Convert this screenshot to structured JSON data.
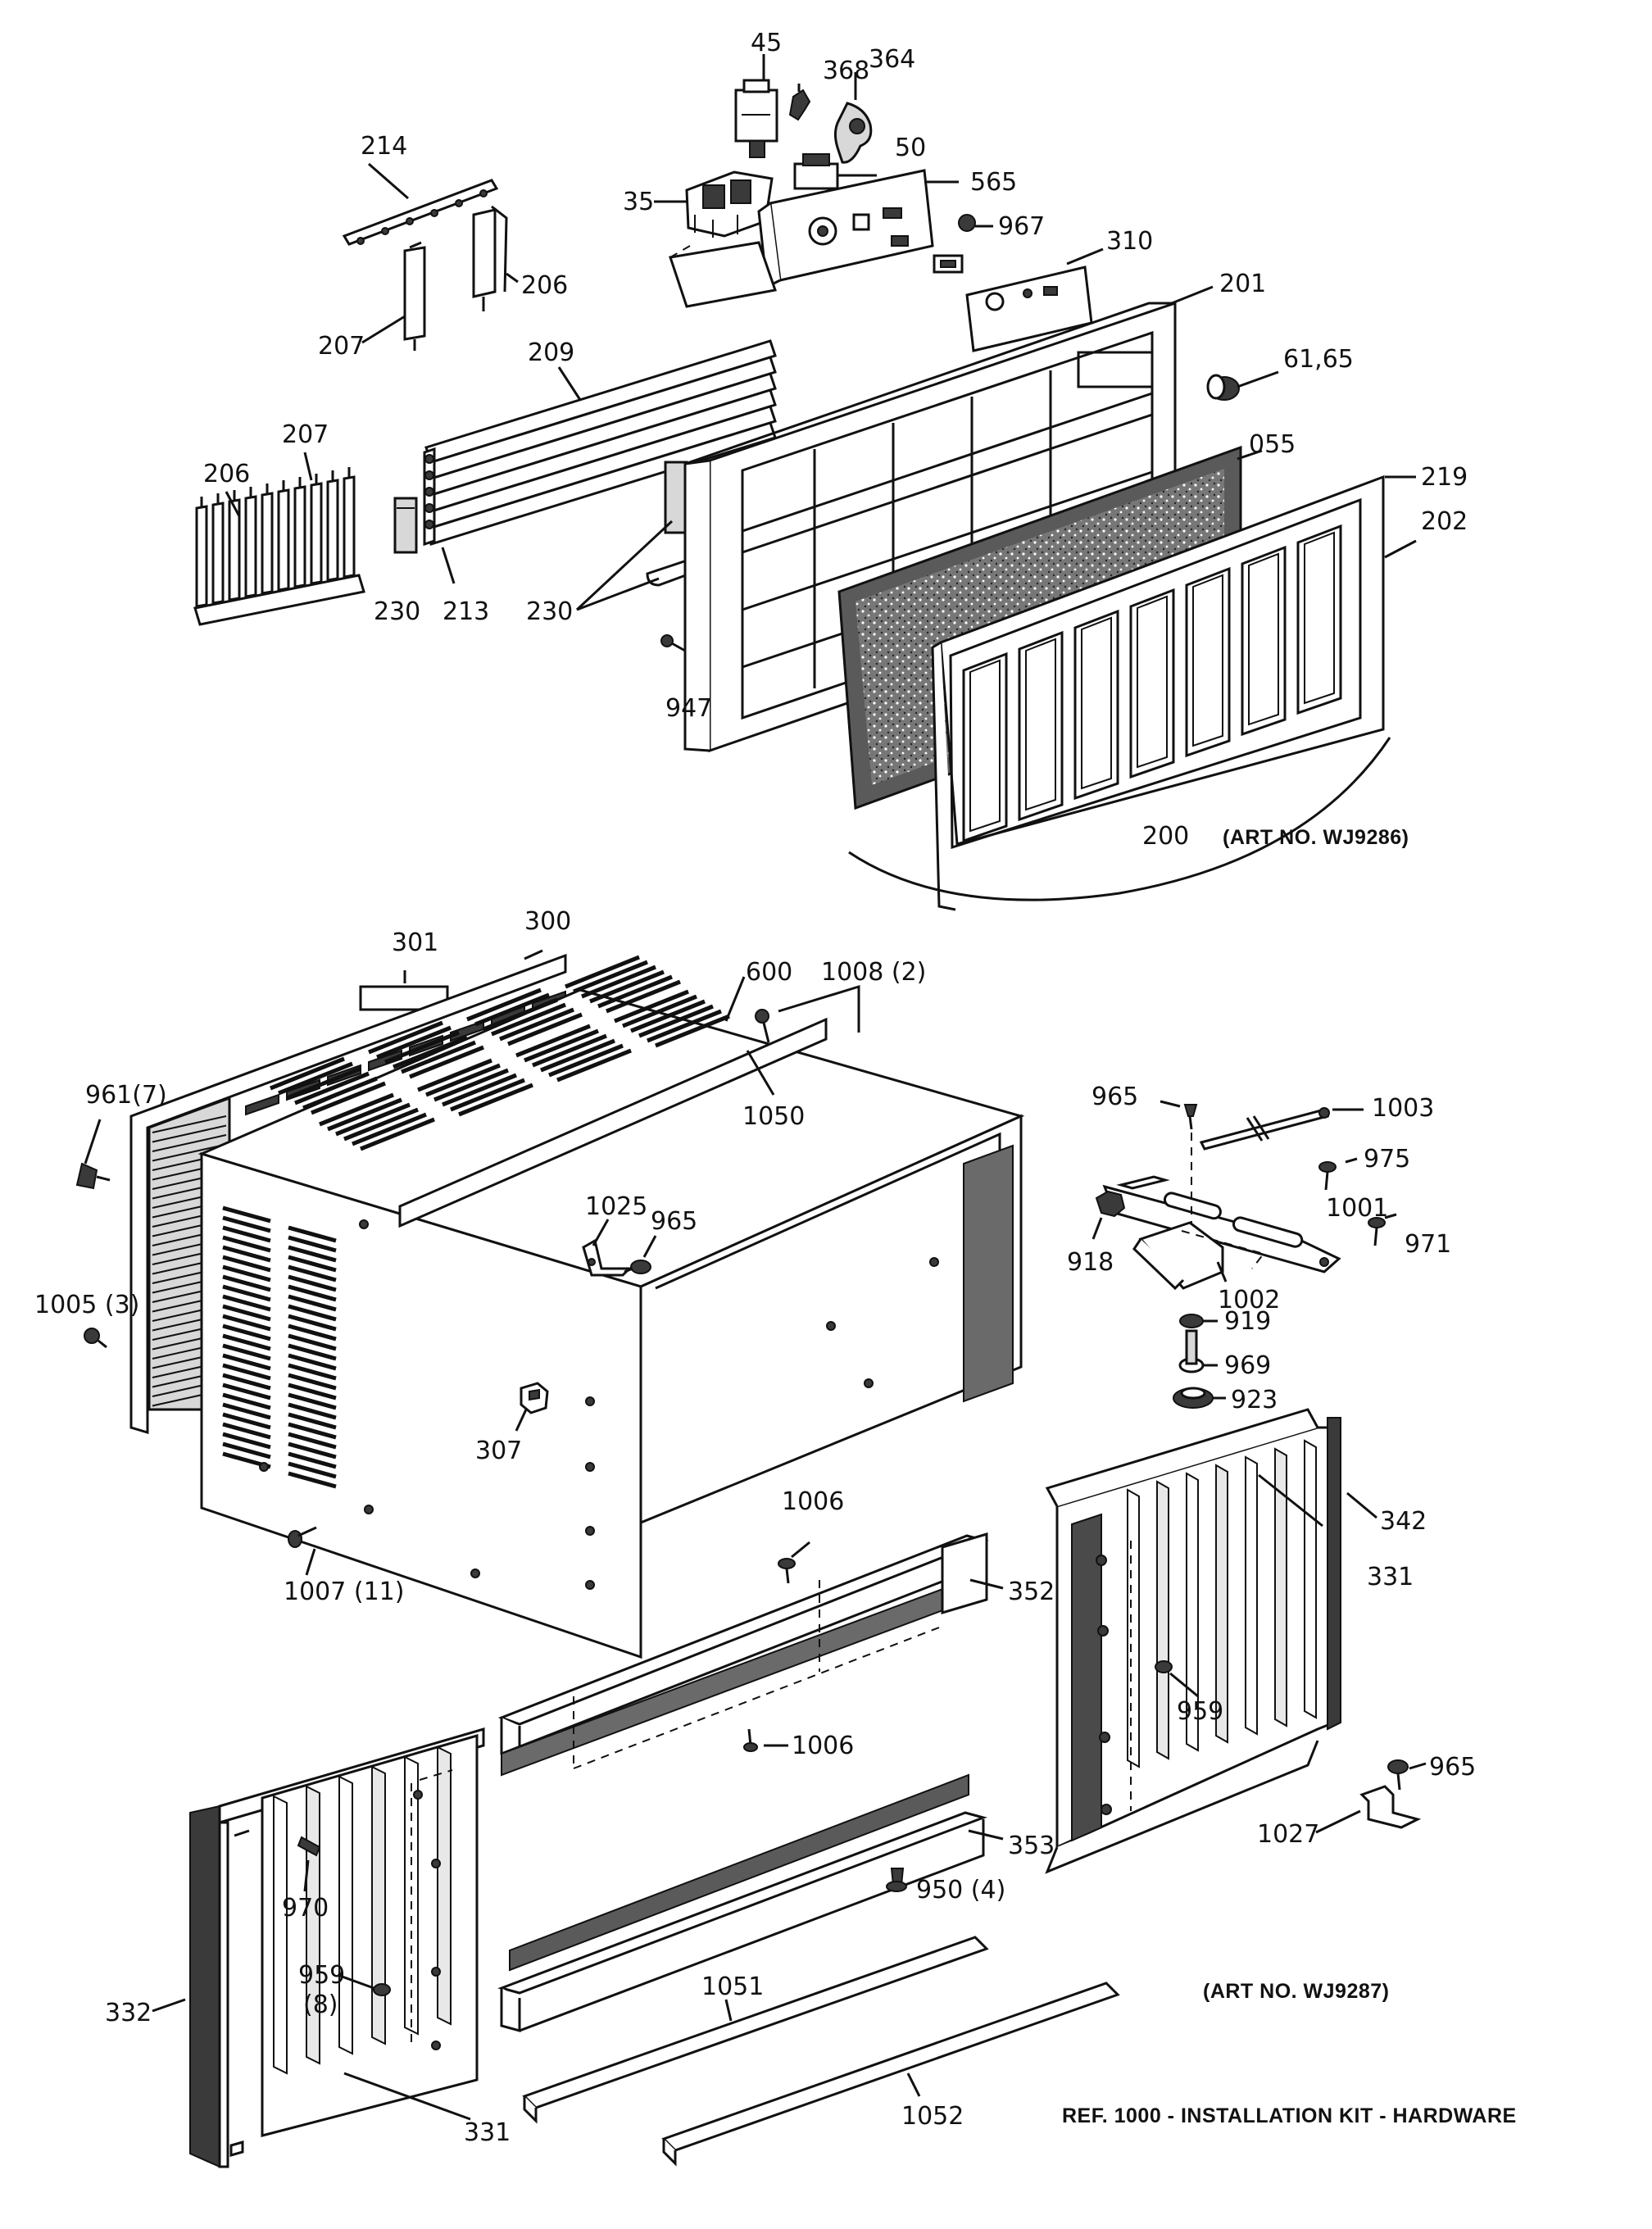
{
  "labels": {
    "p45": "45",
    "p368": "368",
    "p364": "364",
    "p50": "50",
    "p35": "35",
    "p565": "565",
    "p967": "967",
    "p310": "310",
    "p214": "214",
    "p206a": "206",
    "p207a": "207",
    "p209": "209",
    "p201": "201",
    "p6165": "61,65",
    "p207b": "207",
    "p206b": "206",
    "p055": "055",
    "p219": "219",
    "p202": "202",
    "p230a": "230",
    "p213": "213",
    "p230b": "230",
    "p947": "947",
    "p200": "200",
    "p301": "301",
    "p300": "300",
    "p600": "600",
    "p1008": "1008 (2)",
    "p9617": "961(7)",
    "p1050": "1050",
    "p965a": "965",
    "p1003": "1003",
    "p975": "975",
    "p1001": "1001",
    "p971": "971",
    "p1025": "1025",
    "p965b": "965",
    "p918": "918",
    "p1002": "1002",
    "p10053": "1005 (3)",
    "p919": "919",
    "p969": "969",
    "p923": "923",
    "p307": "307",
    "p1006a": "1006",
    "p342": "342",
    "p352": "352",
    "p331a": "331",
    "p100711": "1007 (11)",
    "p959a": "959",
    "p1006b": "1006",
    "p965c": "965",
    "p1027": "1027",
    "p353": "353",
    "p970": "970",
    "p9504": "950 (4)",
    "p959b": "959",
    "p959b8": "(8)",
    "p332": "332",
    "p1051": "1051",
    "p331b": "331",
    "p1052": "1052"
  },
  "captions": {
    "art_top": "(ART NO. WJ9286)",
    "art_bottom": "(ART NO. WJ9287)",
    "ref_note": "REF. 1000 - INSTALLATION KIT - HARDWARE"
  }
}
